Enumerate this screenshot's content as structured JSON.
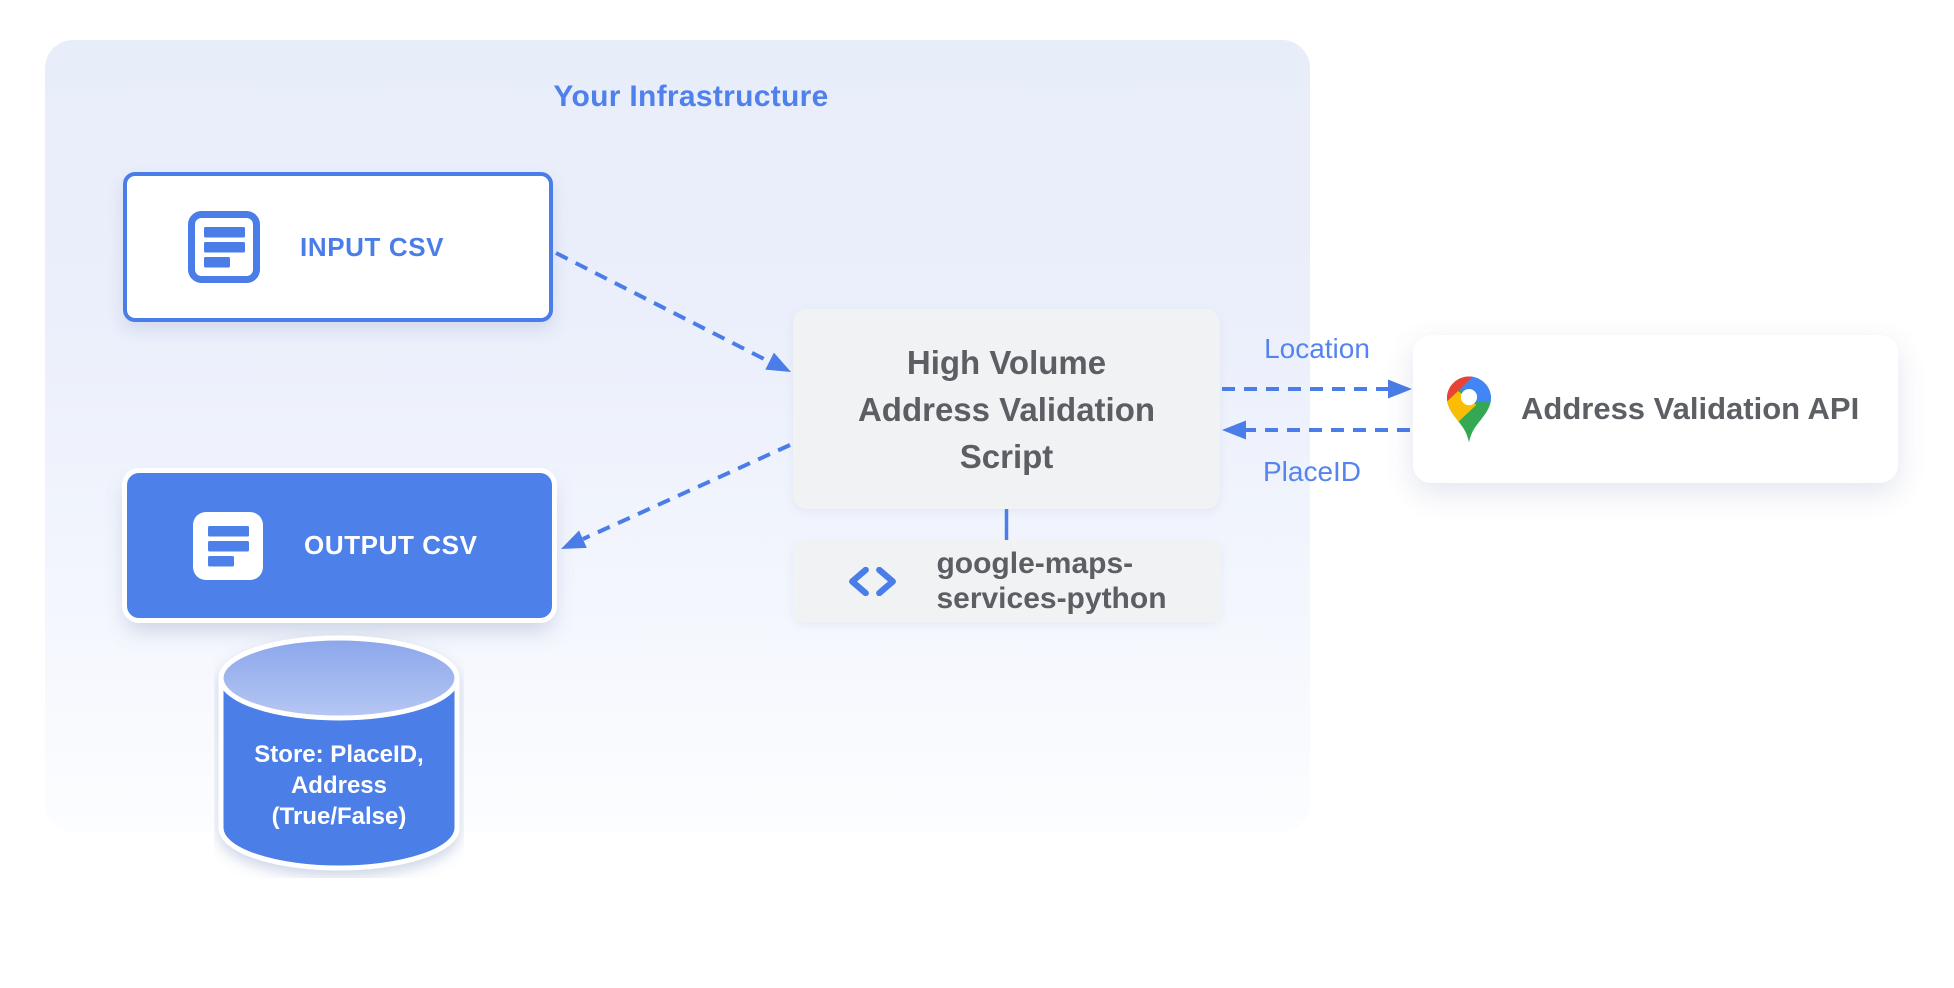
{
  "colors": {
    "accent_blue": "#4A7DE8",
    "node_blue": "#4D80E8",
    "label_blue": "#5584EE",
    "title_blue": "#4F80EC",
    "text_gray": "#5B5F64",
    "box_gray": "#F1F2F3",
    "infra_bg_top": "#E8EDFA",
    "infra_bg_bottom": "#FCFDFF",
    "cylinder_top_light": "#AFC2F2",
    "pin_red": "#EA4335",
    "pin_blue": "#4285F4",
    "pin_yellow": "#FBBC04",
    "pin_green": "#34A853"
  },
  "infrastructure": {
    "title": "Your Infrastructure"
  },
  "nodes": {
    "input_csv": {
      "label": "INPUT CSV",
      "icon": "document-icon"
    },
    "output_csv": {
      "label": "OUTPUT CSV",
      "icon": "document-icon"
    },
    "datastore": {
      "label": "Store: PlaceID,\nAddress\n(True/False)"
    },
    "script": {
      "label": "High Volume\nAddress Validation\nScript"
    },
    "library": {
      "label": "google-maps-\nservices-python",
      "icon": "code-icon"
    },
    "api": {
      "label": "Address Validation API",
      "icon": "google-maps-pin-icon"
    }
  },
  "arrows": {
    "location_label": "Location",
    "placeid_label": "PlaceID"
  }
}
